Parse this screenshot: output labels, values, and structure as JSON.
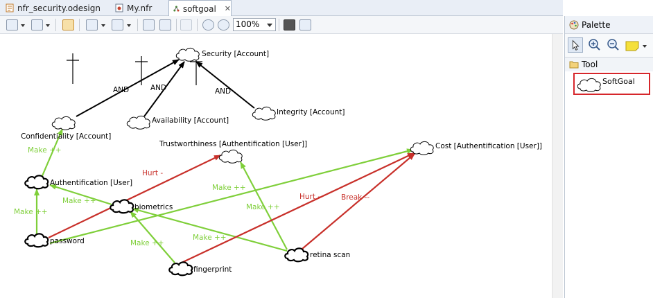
{
  "tabs": [
    {
      "label": "nfr_security.odesign",
      "active": false
    },
    {
      "label": "My.nfr",
      "active": false
    },
    {
      "label": "softgoal",
      "active": true,
      "close_glyph": "✕"
    }
  ],
  "toolbar": {
    "zoom_value": "100%"
  },
  "palette": {
    "title": "Palette",
    "drawer_label": "Tool",
    "softgoal_label": "SoftGoal"
  },
  "diagram": {
    "nodes": {
      "security": "Security [Account]",
      "integrity": "Integrity [Account]",
      "availability": "Availability [Account]",
      "confidentiality": "Confidentiality [Account]",
      "trustworthiness": "Trustworthiness [Authentification [User]]",
      "cost": "Cost [Authentification [User]]",
      "authentification": "Authentification [User]",
      "biometrics": "biometrics",
      "password": "password",
      "fingerprint": "fingerprint",
      "retina_scan": "retina scan"
    },
    "edge_labels": {
      "and_1": "AND",
      "and_2": "AND",
      "and_3": "AND",
      "make_auth_conf": "Make ++",
      "make_bio_auth": "Make ++",
      "make_pwd_auth": "Make ++",
      "hurt_pwd_trust": "Hurt -",
      "make_pwd_cost": "Make ++",
      "make_fp_bio": "Make ++",
      "make_retina_bio": "Make ++",
      "make_retina_trust": "Make ++",
      "hurt_retina_cost": "Hurt -",
      "break_retina_cost": "Break --"
    },
    "colors": {
      "make": "#7fcf3a",
      "hurt": "#c8302a",
      "and": "#000000"
    }
  }
}
